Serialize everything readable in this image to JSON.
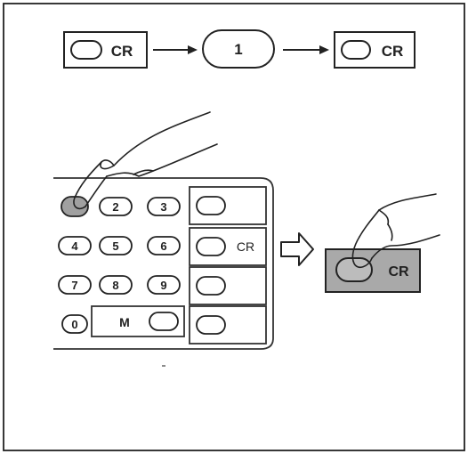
{
  "sequence": {
    "step1_label": "CR",
    "step2_label": "1",
    "step3_label": "CR"
  },
  "keypad": {
    "num_keys": [
      "",
      "2",
      "3",
      "4",
      "5",
      "6",
      "7",
      "8",
      "9",
      "0"
    ],
    "memory_label": "M",
    "side_keys": [
      "",
      "CR",
      "",
      ""
    ]
  },
  "pressed_key": {
    "label": "CR",
    "fill_color": "#a9a9a9"
  },
  "colors": {
    "frame_line": "#222222",
    "panel_line": "#333333"
  }
}
